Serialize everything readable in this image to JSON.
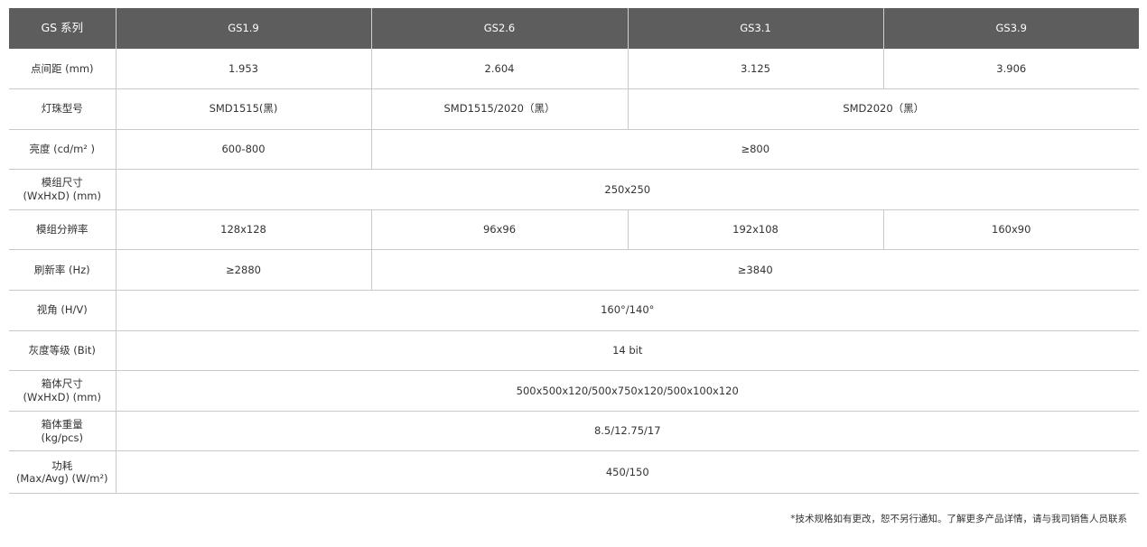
{
  "header": {
    "series": "GS 系列",
    "models": [
      "GS1.9",
      "GS2.6",
      "GS3.1",
      "GS3.9"
    ]
  },
  "rows": {
    "pitch": {
      "label": "点间距 (mm)",
      "values": [
        "1.953",
        "2.604",
        "3.125",
        "3.906"
      ]
    },
    "led": {
      "label": "灯珠型号",
      "values": [
        "SMD1515(黑)",
        "SMD1515/2020（黑）",
        "SMD2020（黑）"
      ]
    },
    "brightness": {
      "label": "亮度 (cd/m² )",
      "values": [
        "600-800",
        "≥800"
      ]
    },
    "module_size": {
      "label_lines": [
        "模组尺寸",
        "(WxHxD) (mm)"
      ],
      "value": "250x250"
    },
    "module_res": {
      "label": "模组分辨率",
      "values": [
        "128x128",
        "96x96",
        "192x108",
        "160x90"
      ]
    },
    "refresh": {
      "label": "刷新率 (Hz)",
      "values": [
        "≥2880",
        "≥3840"
      ]
    },
    "view_angle": {
      "label": "视角 (H/V)",
      "value": "160°/140°"
    },
    "grayscale": {
      "label": "灰度等级 (Bit)",
      "value": "14 bit"
    },
    "cabinet_size": {
      "label_lines": [
        "箱体尺寸",
        "(WxHxD) (mm)"
      ],
      "value": "500x500x120/500x750x120/500x100x120"
    },
    "cabinet_weight": {
      "label_lines": [
        "箱体重量",
        "(kg/pcs)"
      ],
      "value": "8.5/12.75/17"
    },
    "power": {
      "label_lines": [
        "功耗",
        "(Max/Avg) (W/m²)"
      ],
      "value": "450/150"
    }
  },
  "footnote": "*技术规格如有更改，恕不另行通知。了解更多产品详情，请与我司销售人员联系",
  "colors": {
    "header_bg": "#5d5d5d",
    "header_text": "#ffffff",
    "border": "#c9c9c9",
    "text": "#333333"
  }
}
